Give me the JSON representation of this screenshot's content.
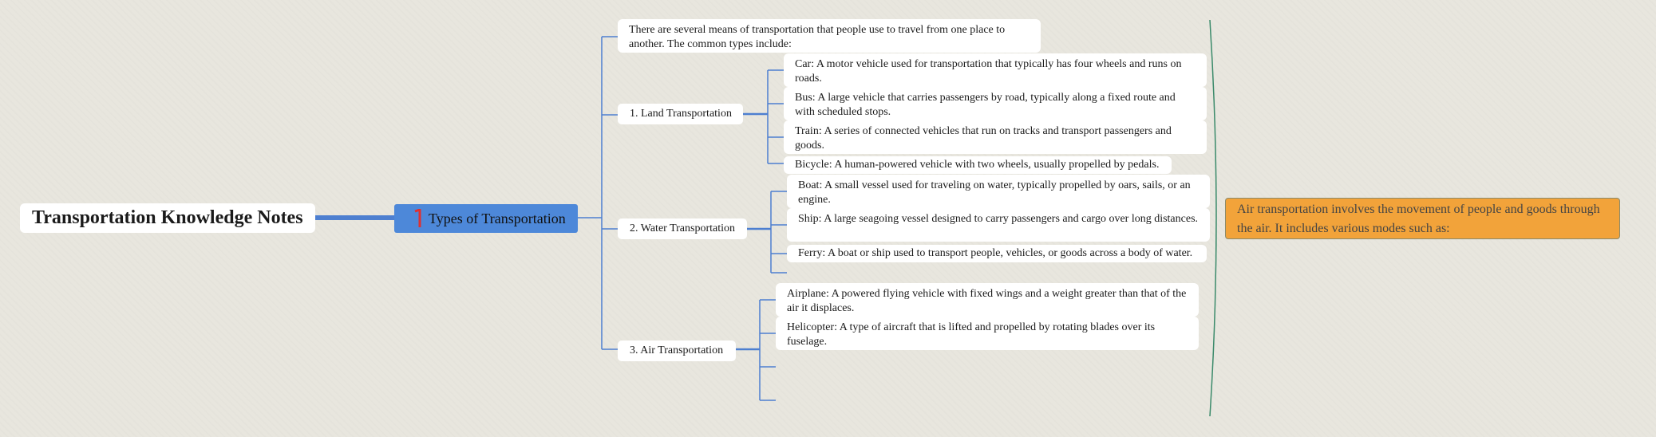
{
  "root": {
    "title": "Transportation Knowledge Notes"
  },
  "topic": {
    "title": "Types of Transportation",
    "marker_icon": "flag-marker-icon",
    "marker_color": "#e03030"
  },
  "intro": "There are several means of transportation that people use to travel from one place to another. The common types include:",
  "branches": {
    "land": {
      "label": "1. Land Transportation",
      "items": [
        "Car: A motor vehicle used for transportation that typically has four wheels and runs on roads.",
        "Bus: A large vehicle that carries passengers by road, typically along a fixed route and with scheduled stops.",
        "Train: A series of connected vehicles that run on tracks and transport passengers and goods.",
        "Bicycle: A human-powered vehicle with two wheels, usually propelled by pedals."
      ]
    },
    "water": {
      "label": "2. Water Transportation",
      "items": [
        "Boat: A small vessel used for traveling on water, typically propelled by oars, sails, or an engine.",
        "Ship: A large seagoing vessel designed to carry passengers and cargo over long distances.",
        "Ferry: A boat or ship used to transport people, vehicles, or goods across a body of water."
      ]
    },
    "air": {
      "label": "3. Air Transportation",
      "items": [
        "Airplane: A powered flying vehicle with fixed wings and a weight greater than that of the air it displaces.",
        "Helicopter: A type of aircraft that is lifted and propelled by rotating blades over its fuselage."
      ]
    }
  },
  "summary": "Air transportation involves the movement of people and goods through the air. It includes various modes such as:",
  "colors": {
    "line": "#4d7fd0",
    "topic_fill": "#4d88d9",
    "summary_fill": "#f2a33a",
    "bracket": "#3a8a6a"
  }
}
